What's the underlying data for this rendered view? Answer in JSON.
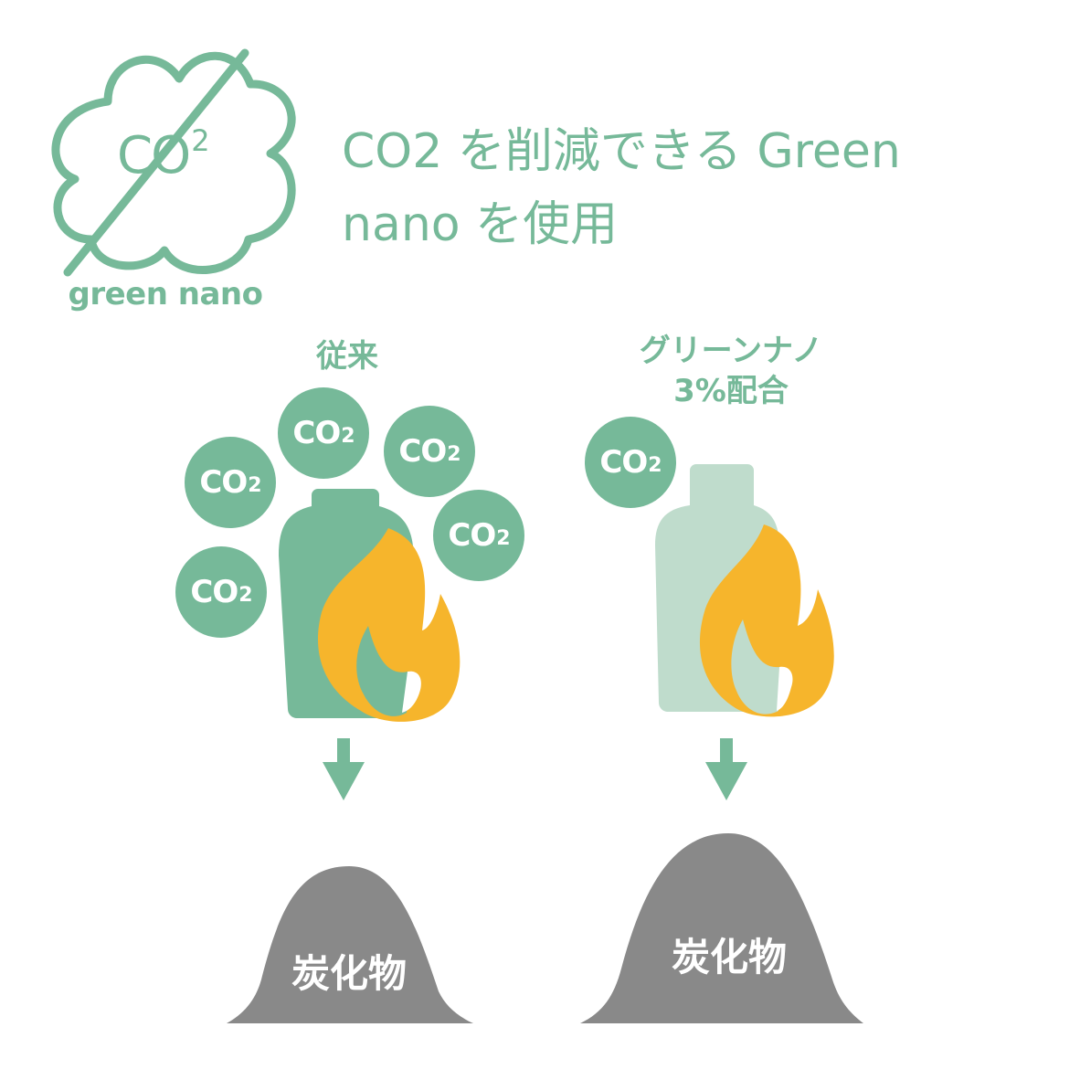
{
  "logo": {
    "co2_main": "CO",
    "co2_super": "2",
    "caption": "green nano",
    "icon": "no-co2-cloud-icon"
  },
  "headline": {
    "line1": "CO2 を削減できる Green",
    "line2": "nano を使用"
  },
  "columns": [
    {
      "label_line1": "従来",
      "label_line2": "",
      "co2_bubble_count": 5,
      "bubble": {
        "main": "CO",
        "sub": "2"
      },
      "container_color": "#76b999",
      "result_label": "炭化物",
      "icons": [
        "co2-bubble-icon",
        "bottle-icon",
        "flame-icon",
        "down-arrow-icon",
        "char-mound-icon"
      ]
    },
    {
      "label_line1": "グリーンナノ",
      "label_line2": "3%配合",
      "co2_bubble_count": 1,
      "bubble": {
        "main": "CO",
        "sub": "2"
      },
      "container_color": "#bfdccc",
      "result_label": "炭化物",
      "icons": [
        "co2-bubble-icon",
        "bottle-icon",
        "flame-icon",
        "down-arrow-icon",
        "char-mound-icon"
      ]
    }
  ],
  "colors": {
    "green": "#76b999",
    "light_green": "#bfdccc",
    "flame": "#f6b52c",
    "char_gray": "#898989",
    "background": "#ffffff"
  }
}
